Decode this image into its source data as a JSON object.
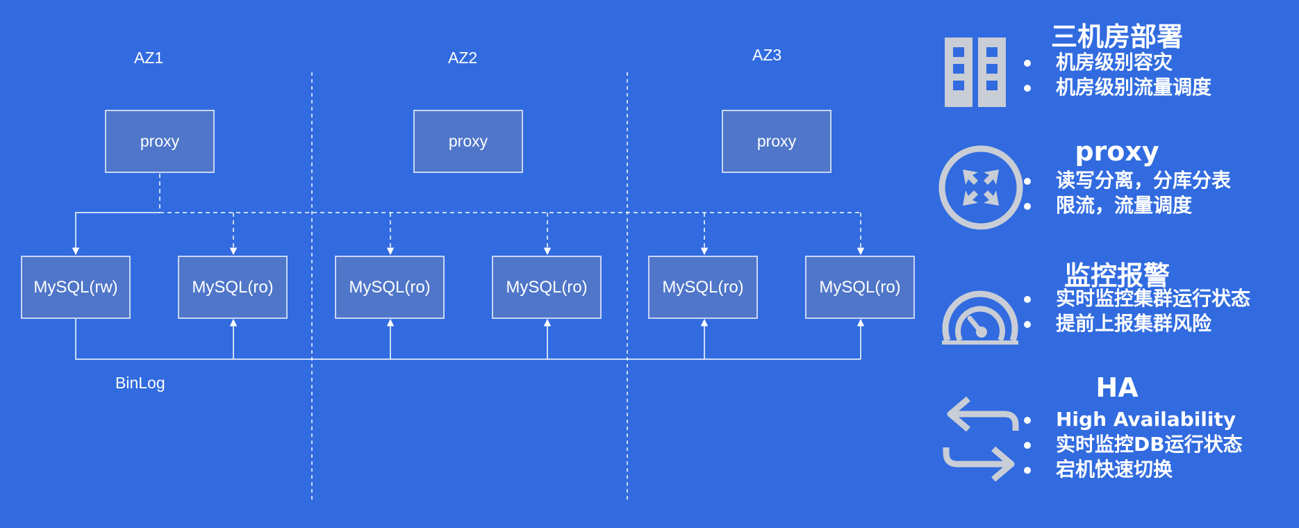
{
  "colors": {
    "background": "#316bdf",
    "node_fill": "#4f76c9",
    "node_border": "#c9d6f5",
    "icon": "#c9cdd6",
    "text": "#ffffff"
  },
  "diagram": {
    "zones": [
      {
        "label": "AZ1",
        "proxy": "proxy",
        "mysql": [
          "MySQL(rw)",
          "MySQL(ro)"
        ]
      },
      {
        "label": "AZ2",
        "proxy": "proxy",
        "mysql": [
          "MySQL(ro)",
          "MySQL(ro)"
        ]
      },
      {
        "label": "AZ3",
        "proxy": "proxy",
        "mysql": [
          "MySQL(ro)",
          "MySQL(ro)"
        ]
      }
    ],
    "binlog_label": "BinLog"
  },
  "features": [
    {
      "icon": "building-icon",
      "title": "三机房部署",
      "bullets": [
        "机房级别容灾",
        "机房级别流量调度"
      ]
    },
    {
      "icon": "router-icon",
      "title": "proxy",
      "bullets": [
        "读写分离，分库分表",
        "限流，流量调度"
      ]
    },
    {
      "icon": "gauge-icon",
      "title": "监控报警",
      "bullets": [
        "实时监控集群运行状态",
        "提前上报集群风险"
      ]
    },
    {
      "icon": "swap-arrows-icon",
      "title": "HA",
      "bullets": [
        "High Availability",
        "实时监控DB运行状态",
        "宕机快速切换"
      ]
    }
  ]
}
